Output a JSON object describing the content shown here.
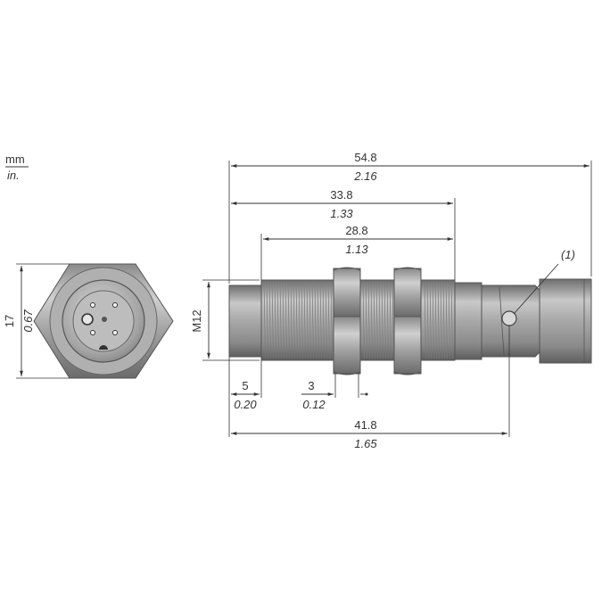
{
  "units": {
    "primary": "mm",
    "secondary": "in."
  },
  "dimensions": {
    "overall_length": {
      "mm": "54.8",
      "in": "2.16"
    },
    "length_to_body_end": {
      "mm": "33.8",
      "in": "1.33"
    },
    "thread_length": {
      "mm": "28.8",
      "in": "1.13"
    },
    "front_face": {
      "mm": "5",
      "in": "0.20"
    },
    "nut_thickness": {
      "mm": "3",
      "in": "0.12"
    },
    "length_to_led": {
      "mm": "41.8",
      "in": "1.65"
    },
    "across_flats": {
      "mm": "17",
      "in": "0.67"
    },
    "thread_size": "M12"
  },
  "callouts": {
    "led": "(1)"
  },
  "colors": {
    "body": "#9a9a9a",
    "body_light": "#c8c8c8",
    "body_dark": "#6e6e6e",
    "line": "#333333"
  }
}
